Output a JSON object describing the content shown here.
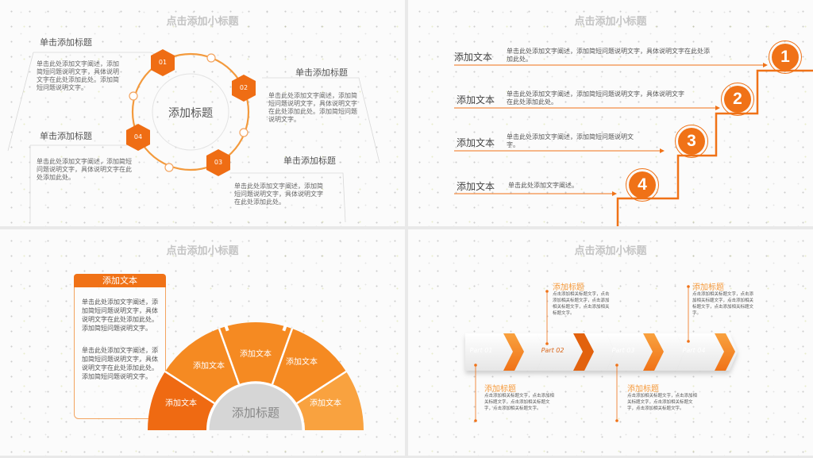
{
  "slide1": {
    "subtitle": "点击添加小标题",
    "center_title": "添加标题",
    "items": [
      {
        "num": "01",
        "title": "单击添加标题",
        "body": "单击此处添加文字阐述，添加简短问题说明文字，具体说明文字在此处添加此处。添加简短问题说明文字。"
      },
      {
        "num": "02",
        "title": "单击添加标题",
        "body": "单击此处添加文字阐述，添加简短问题说明文字，具体说明文字在此处添加此处。添加简短问题说明文字。"
      },
      {
        "num": "03",
        "title": "单击添加标题",
        "body": "单击此处添加文字阐述，添加简短问题说明文字，具体说明文字在此处添加此处。"
      },
      {
        "num": "04",
        "title": "单击添加标题",
        "body": "单击此处添加文字阐述，添加简短问题说明文字，具体说明文字在此处添加此处。"
      }
    ]
  },
  "slide2": {
    "subtitle": "点击添加小标题",
    "steps": [
      {
        "num": "1",
        "label": "添加文本",
        "body": "单击此处添加文字阐述，添加简短问题说明文字，具体说明文字在此处添加此处。"
      },
      {
        "num": "2",
        "label": "添加文本",
        "body": "单击此处添加文字阐述，添加简短问题说明文字，具体说明文字在此处添加此处。"
      },
      {
        "num": "3",
        "label": "添加文本",
        "body": "单击此处添加文字阐述，添加简短问题说明文字。"
      },
      {
        "num": "4",
        "label": "添加文本",
        "body": "单击此处添加文字阐述。"
      }
    ]
  },
  "slide3": {
    "subtitle": "点击添加小标题",
    "box_header": "添加文本",
    "box_para1": "单击此处添加文字阐述，添加简短问题说明文字，具体说明文字在此处添加此处。添加简短问题说明文字。",
    "box_para2": "单击此处添加文字阐述，添加简短问题说明文字，具体说明文字在此处添加此处。添加简短问题说明文字。",
    "segments": [
      "添加文本",
      "添加文本",
      "添加文本",
      "添加文本",
      "添加文本"
    ],
    "center_title": "添加标题",
    "colors": {
      "dark": "#ef6a12",
      "mid": "#f58a22",
      "light": "#f9a23f",
      "center": "#d6d6d6"
    }
  },
  "slide4": {
    "subtitle": "点击添加小标题",
    "parts": [
      "Part 01",
      "Part 02",
      "Part 03",
      "Part 04"
    ],
    "callouts": [
      {
        "title": "添加标题",
        "body": "点击添加相关标题文字，点击添加相关标题文字，点击添加相关标题文字，点击添加相关标题文字。"
      },
      {
        "title": "添加标题",
        "body": "点击添加相关标题文字，点击添加相关标题文字，点击添加相关标题文字，点击添加相关标题文字。"
      },
      {
        "title": "添加标题",
        "body": "点击添加相关标题文字，点击添加相关标题文字，点击添加相关标题文字，点击添加相关标题文字。"
      },
      {
        "title": "添加标题",
        "body": "点击添加相关标题文字，点击添加相关标题文字，点击添加相关标题文字，点击添加相关标题文字。"
      }
    ]
  },
  "accent_color": "#f07217"
}
